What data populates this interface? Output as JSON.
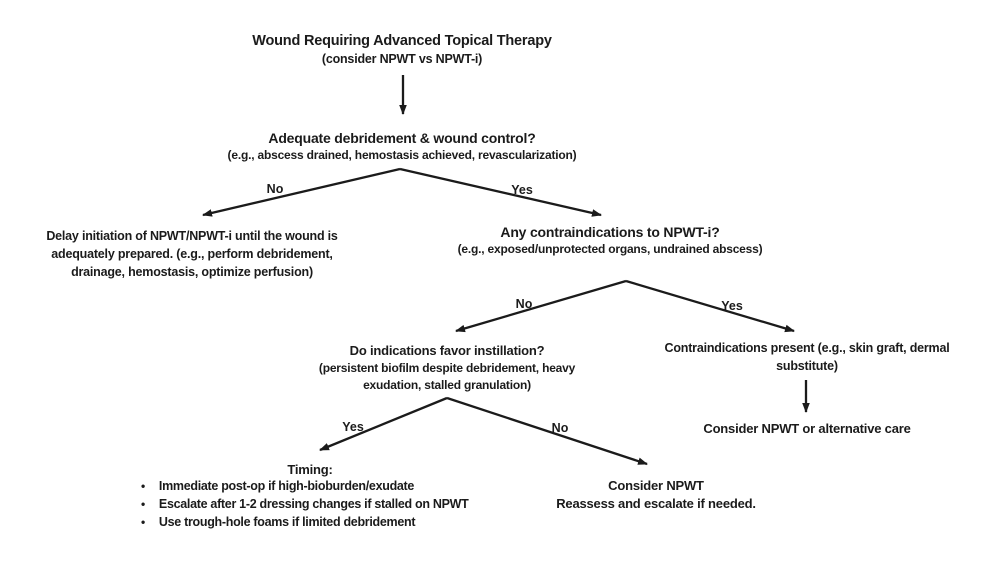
{
  "page": {
    "background_color": "#ffffff",
    "text_color": "#1b1b1b"
  },
  "flowchart": {
    "root": {
      "title": "Wound Requiring Advanced Topical Therapy",
      "subtitle": "(consider NPWT vs NPWT-i)"
    },
    "debridement_question": {
      "title": "Adequate debridement & wound control?",
      "subtitle": "(e.g., abscess drained, hemostasis achieved, revascularization)"
    },
    "delay_outcome": {
      "lines": [
        "Delay initiation of NPWT/NPWT-i until the wound is",
        "adequately prepared. (e.g., perform debridement,",
        "drainage, hemostasis, optimize perfusion)"
      ]
    },
    "contraindications_question": {
      "title": "Any contraindications to NPWT-i?",
      "subtitle": "(e.g., exposed/unprotected organs, undrained abscess)"
    },
    "indications_question": {
      "title": "Do indications favor instillation?",
      "subtitle_lines": [
        "(persistent biofilm despite debridement, heavy",
        "exudation, stalled granulation)"
      ]
    },
    "contraindications_present": {
      "lines": [
        "Contraindications present (e.g., skin graft, dermal",
        "substitute)"
      ]
    },
    "consider_alternative": {
      "text": "Consider NPWT or alternative care"
    },
    "timing": {
      "title": "Timing:",
      "bullet_glyph": "•",
      "bullets": [
        "Immediate post-op if high-bioburden/exudate",
        "Escalate after 1-2 dressing changes if stalled on NPWT",
        "Use trough-hole foams if limited debridement"
      ]
    },
    "consider_npwt": {
      "lines": [
        "Consider NPWT",
        "Reassess and escalate if needed."
      ]
    },
    "edge_labels": {
      "debridement_no": "No",
      "debridement_yes": "Yes",
      "contraindications_no": "No",
      "contraindications_yes": "Yes",
      "indications_yes": "Yes",
      "indications_no": "No"
    }
  }
}
